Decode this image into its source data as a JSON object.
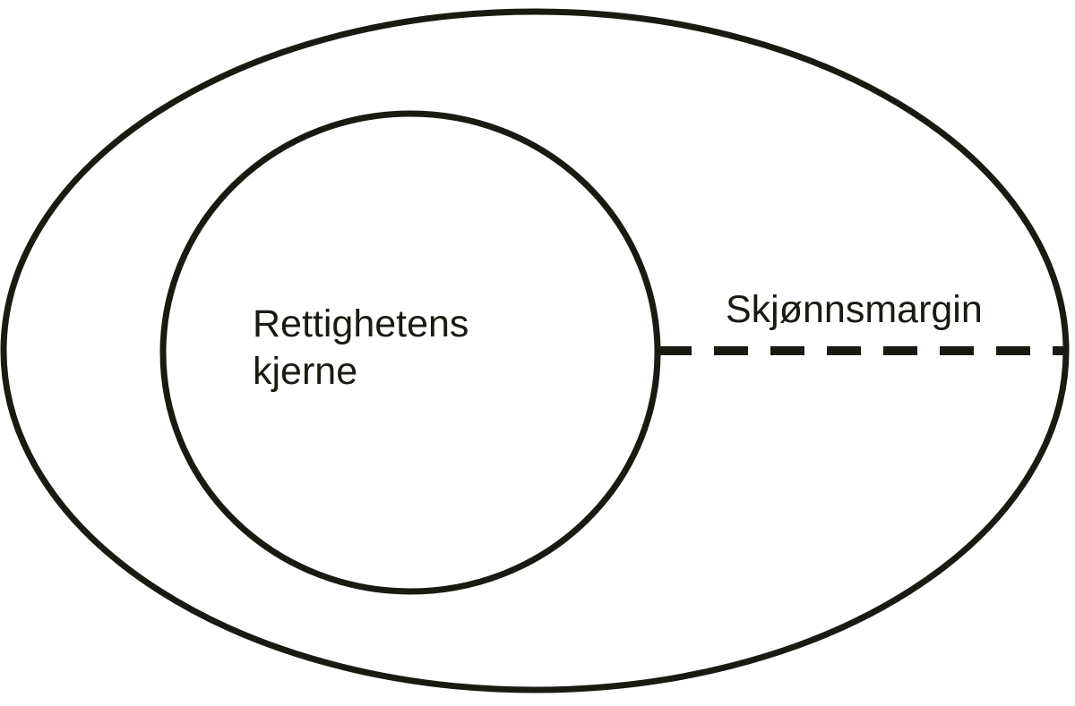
{
  "diagram": {
    "title": "rights-core-vs-margin-of-appreciation-diagram",
    "inner_circle": {
      "label_line1": "Rettighetens",
      "label_line2": "kjerne"
    },
    "outer_region": {
      "label": "Skjønnsmargin"
    },
    "colors": {
      "stroke": "#1a1a13",
      "background": "#ffffff",
      "fill": "none"
    }
  }
}
